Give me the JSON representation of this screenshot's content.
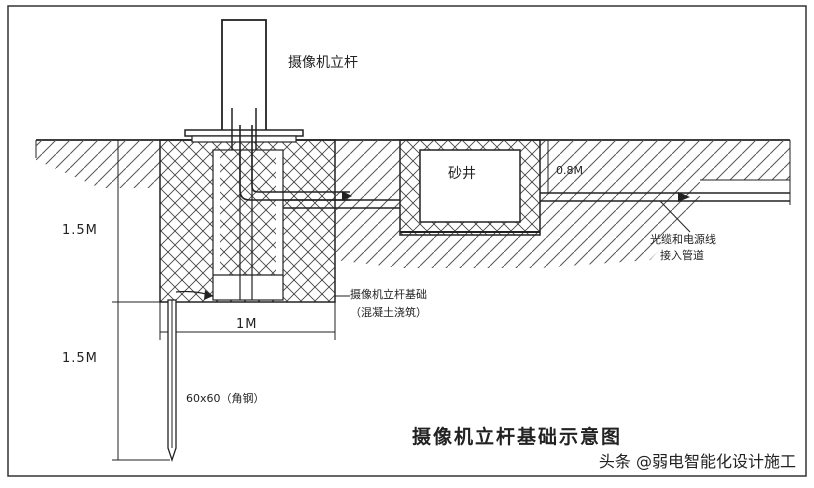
{
  "diagram": {
    "title": "摄像机立杆基础示意图",
    "labels": {
      "pole": "摄像机立杆",
      "sand_well": "砂井",
      "depth_08": "0.8M",
      "pipe": "",
      "cable_note_line1": "光缆和电源线",
      "cable_note_line2": "接入管道",
      "foundation_line1": "摄像机立杆基础",
      "foundation_line2": "（混凝土浇筑）",
      "dim_upper": "1.5M",
      "dim_lower": "1.5M",
      "dim_width": "1M",
      "ground_rod": "60x60（角钢）"
    },
    "watermark": "头条 @弱电智能化设计施工",
    "colors": {
      "line": "#222222",
      "hatch": "#444444",
      "background": "#ffffff"
    }
  }
}
